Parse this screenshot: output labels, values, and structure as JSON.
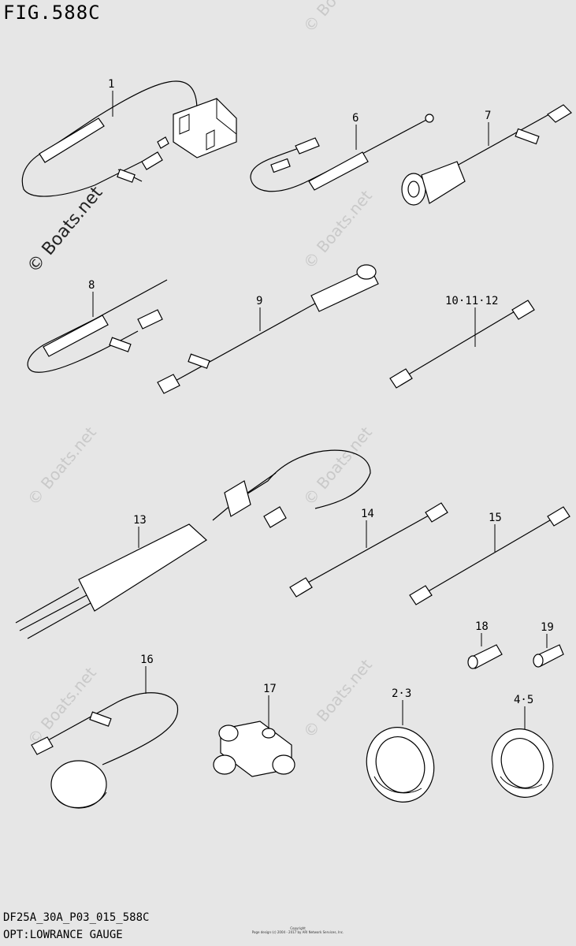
{
  "figure": {
    "title": "FIG.588C"
  },
  "footer": {
    "code": "DF25A_30A_P03_015_588C",
    "subtitle": "OPT:LOWRANCE GAUGE",
    "copyright_line1": "Copyright",
    "copyright_line2": "Page design (c) 2004 - 2017 by ARI Network Services, Inc."
  },
  "watermark": {
    "text": "© Boats.net"
  },
  "parts": [
    {
      "id": "p1",
      "label": "1"
    },
    {
      "id": "p6",
      "label": "6"
    },
    {
      "id": "p7",
      "label": "7"
    },
    {
      "id": "p8",
      "label": "8"
    },
    {
      "id": "p9",
      "label": "9"
    },
    {
      "id": "p10",
      "label": "10·11·12"
    },
    {
      "id": "p13",
      "label": "13"
    },
    {
      "id": "p14",
      "label": "14"
    },
    {
      "id": "p15",
      "label": "15"
    },
    {
      "id": "p16",
      "label": "16"
    },
    {
      "id": "p17",
      "label": "17"
    },
    {
      "id": "p18",
      "label": "18"
    },
    {
      "id": "p19",
      "label": "19"
    },
    {
      "id": "p23",
      "label": "2·3"
    },
    {
      "id": "p45",
      "label": "4·5"
    }
  ]
}
